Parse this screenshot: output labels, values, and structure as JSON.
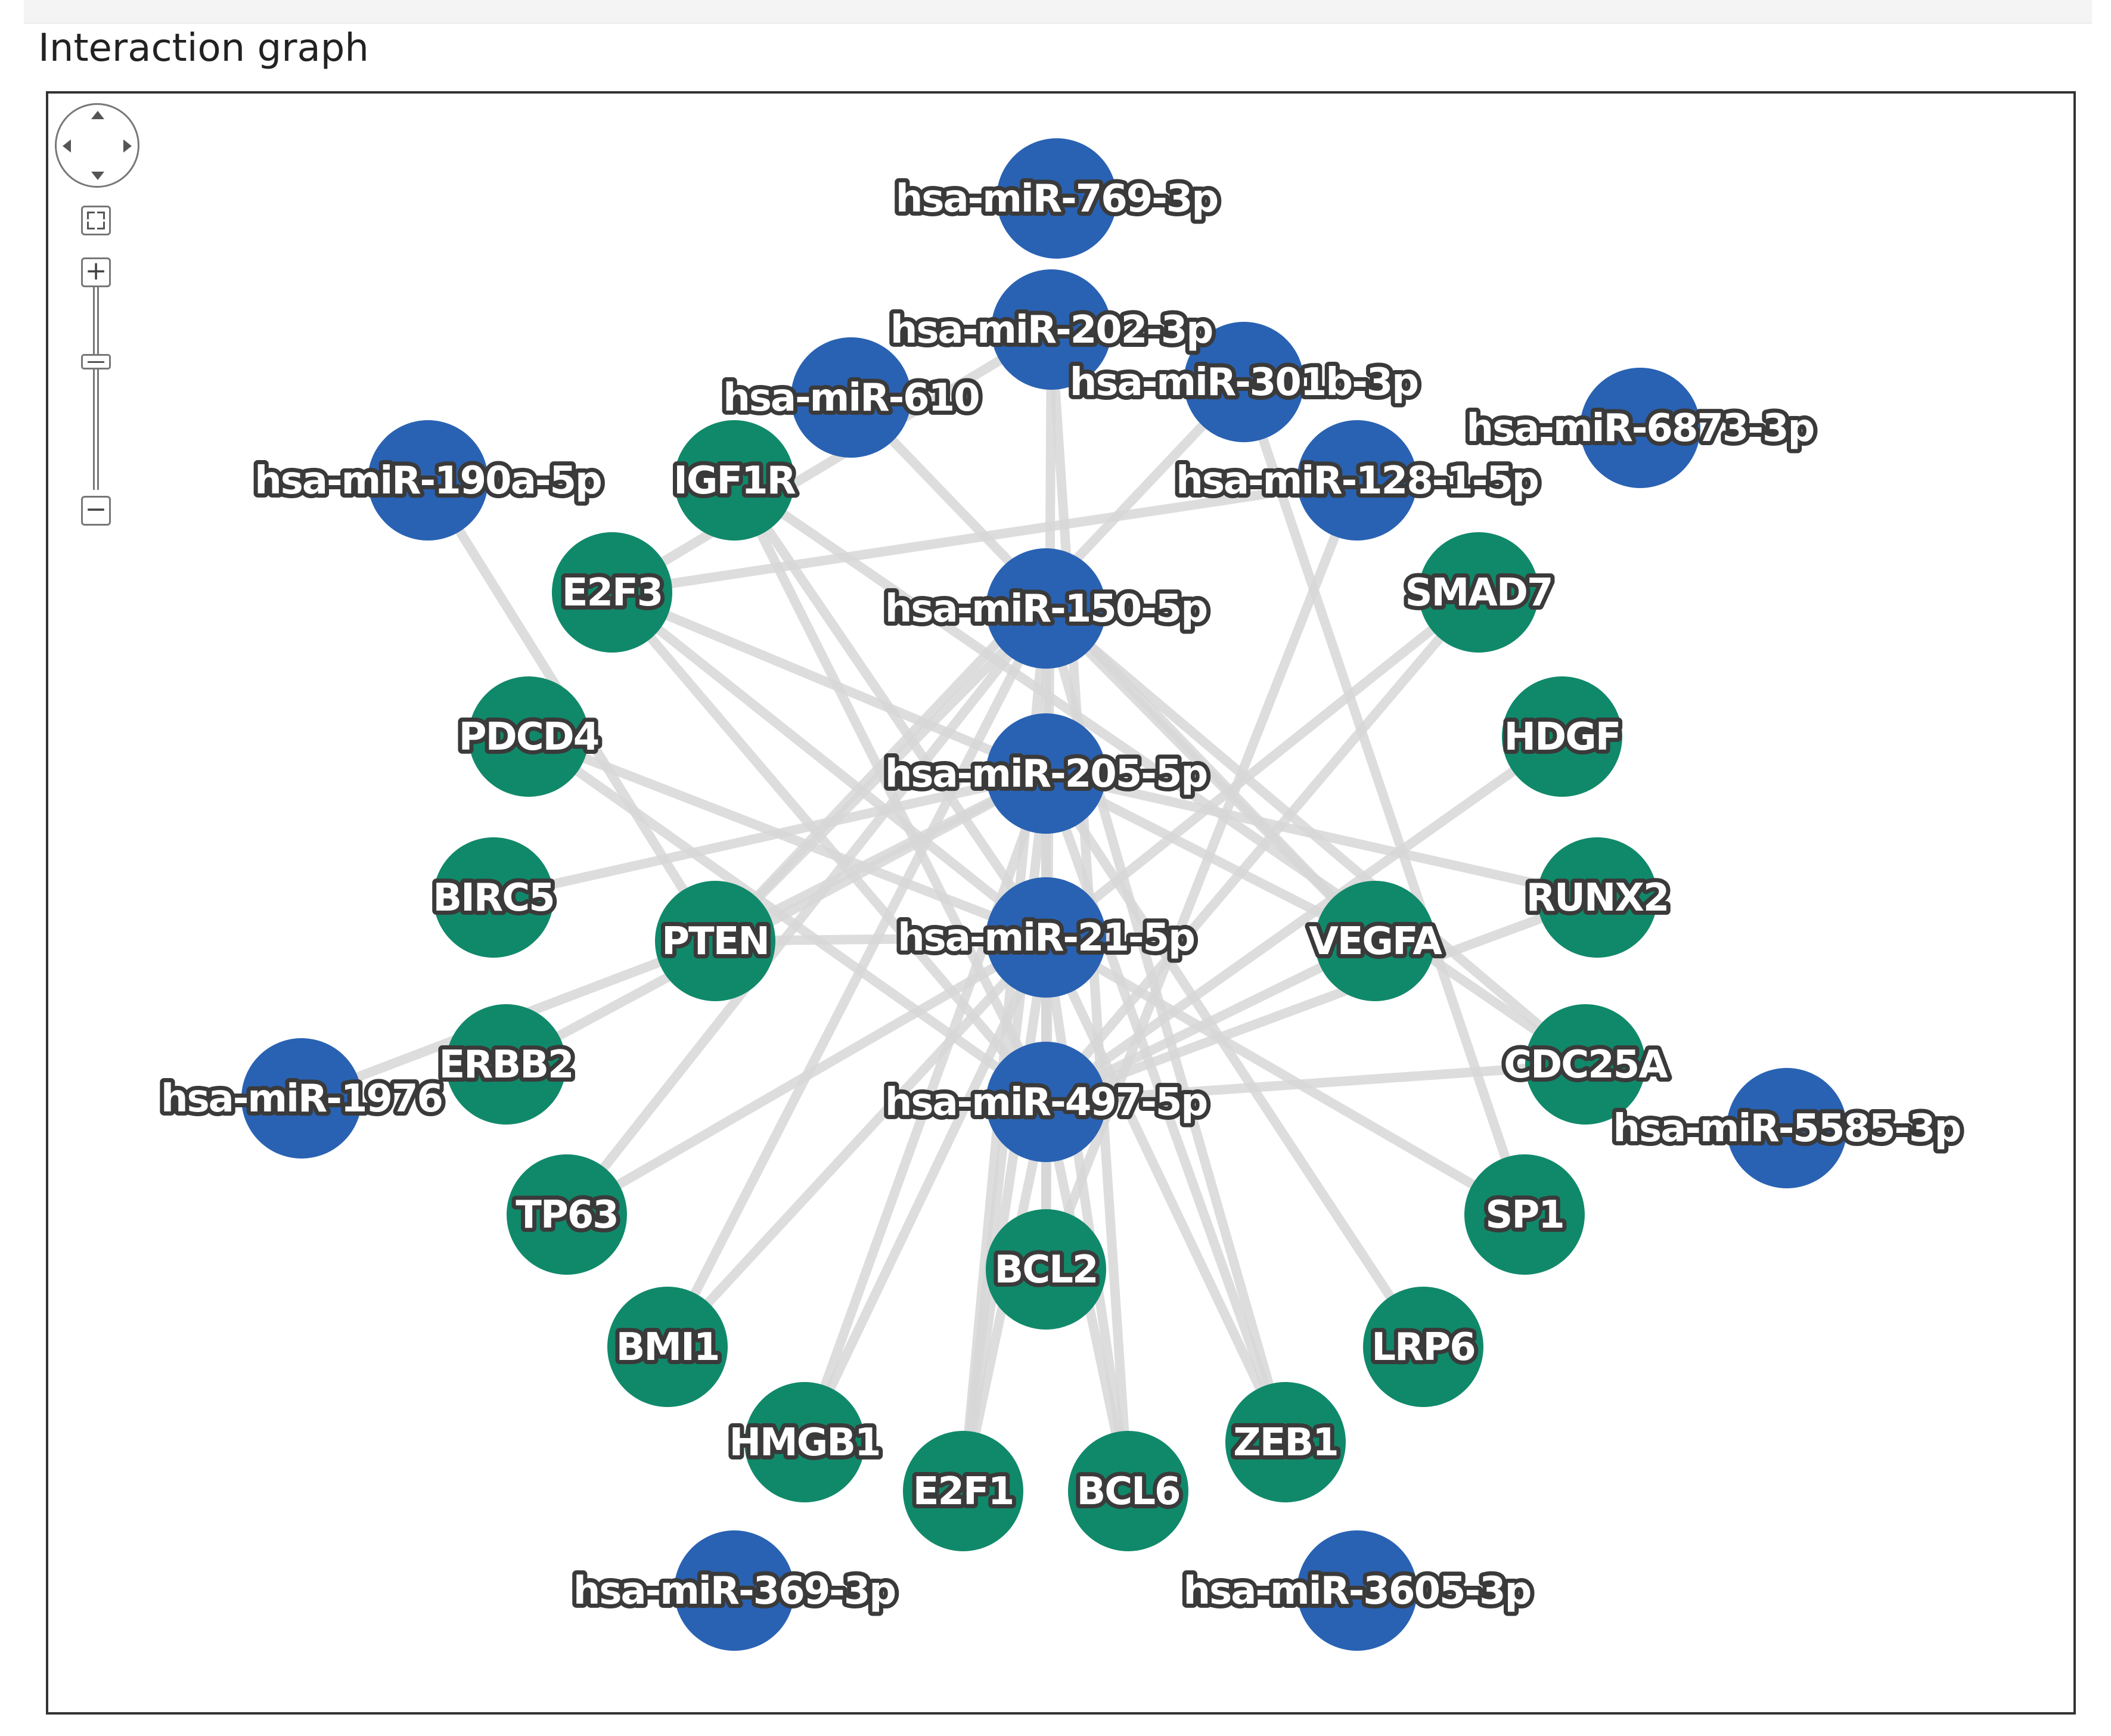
{
  "panel": {
    "title": "Interaction graph"
  },
  "controls": {
    "zoom_in_label": "+",
    "zoom_out_label": "−"
  },
  "colors": {
    "mirna": "#2962b3",
    "gene": "#10896a",
    "edge": "#d7d7d7",
    "label_outline": "#3a3a3a"
  },
  "graph": {
    "nodes": [
      {
        "id": "miR769",
        "label": "hsa-miR-769-3p",
        "type": "miRNA"
      },
      {
        "id": "miR202",
        "label": "hsa-miR-202-3p",
        "type": "miRNA"
      },
      {
        "id": "miR301b",
        "label": "hsa-miR-301b-3p",
        "type": "miRNA"
      },
      {
        "id": "miR610",
        "label": "hsa-miR-610",
        "type": "miRNA"
      },
      {
        "id": "miR6873",
        "label": "hsa-miR-6873-3p",
        "type": "miRNA"
      },
      {
        "id": "miR190a",
        "label": "hsa-miR-190a-5p",
        "type": "miRNA"
      },
      {
        "id": "miR128",
        "label": "hsa-miR-128-1-5p",
        "type": "miRNA"
      },
      {
        "id": "miR150",
        "label": "hsa-miR-150-5p",
        "type": "miRNA"
      },
      {
        "id": "miR205",
        "label": "hsa-miR-205-5p",
        "type": "miRNA"
      },
      {
        "id": "miR21",
        "label": "hsa-miR-21-5p",
        "type": "miRNA"
      },
      {
        "id": "miR497",
        "label": "hsa-miR-497-5p",
        "type": "miRNA"
      },
      {
        "id": "miR1976",
        "label": "hsa-miR-1976",
        "type": "miRNA"
      },
      {
        "id": "miR5585",
        "label": "hsa-miR-5585-3p",
        "type": "miRNA"
      },
      {
        "id": "miR369",
        "label": "hsa-miR-369-3p",
        "type": "miRNA"
      },
      {
        "id": "miR3605",
        "label": "hsa-miR-3605-3p",
        "type": "miRNA"
      },
      {
        "id": "IGF1R",
        "label": "IGF1R",
        "type": "gene"
      },
      {
        "id": "E2F3",
        "label": "E2F3",
        "type": "gene"
      },
      {
        "id": "SMAD7",
        "label": "SMAD7",
        "type": "gene"
      },
      {
        "id": "PDCD4",
        "label": "PDCD4",
        "type": "gene"
      },
      {
        "id": "HDGF",
        "label": "HDGF",
        "type": "gene"
      },
      {
        "id": "BIRC5",
        "label": "BIRC5",
        "type": "gene"
      },
      {
        "id": "PTEN",
        "label": "PTEN",
        "type": "gene"
      },
      {
        "id": "VEGFA",
        "label": "VEGFA",
        "type": "gene"
      },
      {
        "id": "RUNX2",
        "label": "RUNX2",
        "type": "gene"
      },
      {
        "id": "ERBB2",
        "label": "ERBB2",
        "type": "gene"
      },
      {
        "id": "CDC25A",
        "label": "CDC25A",
        "type": "gene"
      },
      {
        "id": "TP63",
        "label": "TP63",
        "type": "gene"
      },
      {
        "id": "SP1",
        "label": "SP1",
        "type": "gene"
      },
      {
        "id": "BCL2",
        "label": "BCL2",
        "type": "gene"
      },
      {
        "id": "BMI1",
        "label": "BMI1",
        "type": "gene"
      },
      {
        "id": "LRP6",
        "label": "LRP6",
        "type": "gene"
      },
      {
        "id": "HMGB1",
        "label": "HMGB1",
        "type": "gene"
      },
      {
        "id": "ZEB1",
        "label": "ZEB1",
        "type": "gene"
      },
      {
        "id": "E2F1",
        "label": "E2F1",
        "type": "gene"
      },
      {
        "id": "BCL6",
        "label": "BCL6",
        "type": "gene"
      }
    ],
    "edges": [
      [
        "miR21",
        "PTEN"
      ],
      [
        "miR21",
        "PDCD4"
      ],
      [
        "miR21",
        "BCL2"
      ],
      [
        "miR21",
        "E2F1"
      ],
      [
        "miR21",
        "BCL6"
      ],
      [
        "miR21",
        "HMGB1"
      ],
      [
        "miR21",
        "SMAD7"
      ],
      [
        "miR21",
        "IGF1R"
      ],
      [
        "miR21",
        "SP1"
      ],
      [
        "miR21",
        "BMI1"
      ],
      [
        "miR21",
        "ZEB1"
      ],
      [
        "miR21",
        "TP63"
      ],
      [
        "miR21",
        "E2F3"
      ],
      [
        "miR205",
        "PTEN"
      ],
      [
        "miR205",
        "E2F1"
      ],
      [
        "miR205",
        "ZEB1"
      ],
      [
        "miR205",
        "VEGFA"
      ],
      [
        "miR205",
        "ERBB2"
      ],
      [
        "miR205",
        "BCL2"
      ],
      [
        "miR205",
        "LRP6"
      ],
      [
        "miR205",
        "HMGB1"
      ],
      [
        "miR205",
        "BIRC5"
      ],
      [
        "miR205",
        "RUNX2"
      ],
      [
        "miR205",
        "E2F3"
      ],
      [
        "miR150",
        "CDC25A"
      ],
      [
        "miR150",
        "BCL2"
      ],
      [
        "miR150",
        "TP63"
      ],
      [
        "miR150",
        "ZEB1"
      ],
      [
        "miR150",
        "BMI1"
      ],
      [
        "miR150",
        "VEGFA"
      ],
      [
        "miR150",
        "PTEN"
      ],
      [
        "miR150",
        "E2F1"
      ],
      [
        "miR497",
        "BCL2"
      ],
      [
        "miR497",
        "E2F3"
      ],
      [
        "miR497",
        "VEGFA"
      ],
      [
        "miR497",
        "IGF1R"
      ],
      [
        "miR497",
        "CDC25A"
      ],
      [
        "miR497",
        "SMAD7"
      ],
      [
        "miR497",
        "HDGF"
      ],
      [
        "miR497",
        "BCL6"
      ],
      [
        "miR497",
        "E2F1"
      ],
      [
        "miR497",
        "PDCD4"
      ],
      [
        "miR497",
        "RUNX2"
      ],
      [
        "miR202",
        "BCL2"
      ],
      [
        "miR202",
        "BCL6"
      ],
      [
        "miR202",
        "E2F3"
      ],
      [
        "miR301b",
        "PTEN"
      ],
      [
        "miR301b",
        "SP1"
      ],
      [
        "miR610",
        "VEGFA"
      ],
      [
        "miR128",
        "E2F3"
      ],
      [
        "miR128",
        "BCL2"
      ],
      [
        "miR190a",
        "PTEN"
      ],
      [
        "miR1976",
        "PTEN"
      ],
      [
        "IGF1R",
        "CDC25A"
      ]
    ]
  }
}
